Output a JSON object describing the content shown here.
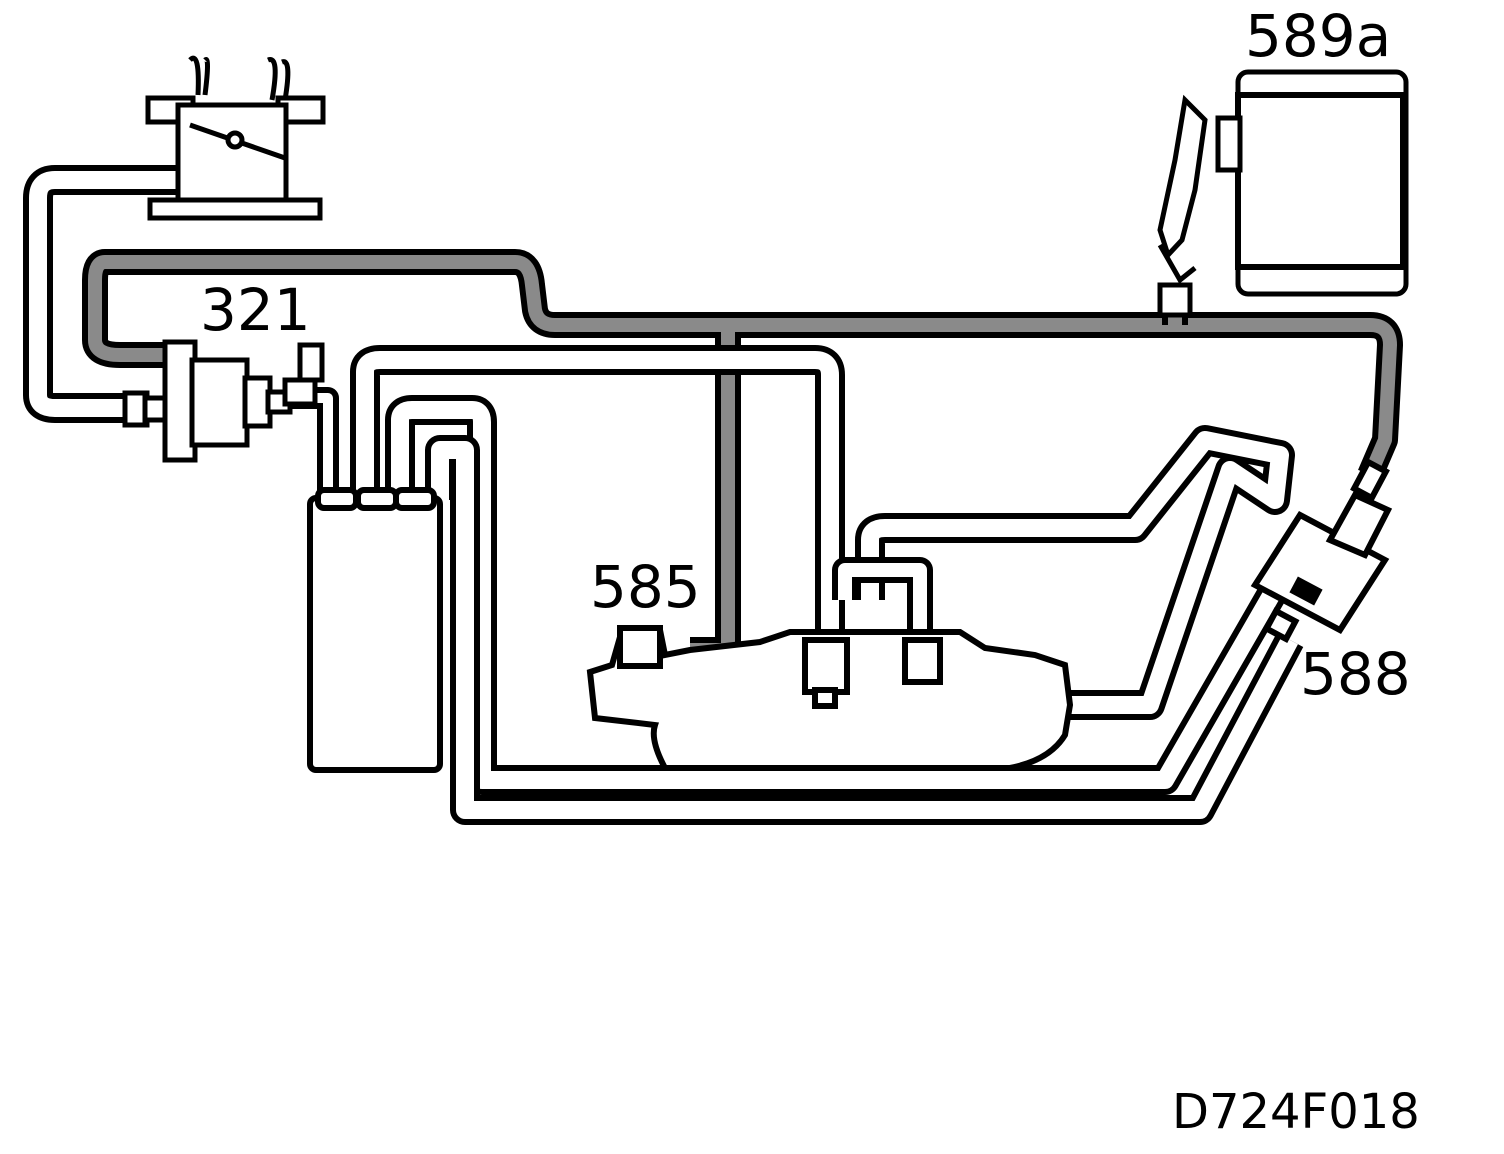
{
  "labels": {
    "label_321": "321",
    "label_585": "585",
    "label_588": "588",
    "label_589a": "589a"
  },
  "figure_code": "D724F018",
  "colors": {
    "outline": "#000000",
    "hose_fill": "#ffffff",
    "vacuum_hose_fill": "#8a8a8a",
    "background": "#ffffff"
  }
}
